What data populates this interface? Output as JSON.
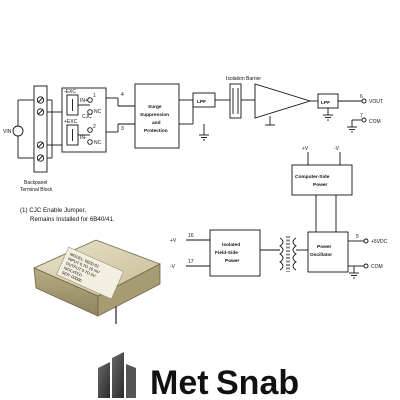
{
  "diagram": {
    "labels": {
      "vin": "VIN",
      "exc_neg": "-EXC",
      "exc_pos": "+EXC",
      "cjc": "CJC",
      "in_pos": "IN+",
      "in_neg": "IN-",
      "nc_top": "NC",
      "nc_bot": "NC",
      "pin4": "4",
      "pin3": "3",
      "pin1": "1",
      "pin2": "2",
      "backpanel": "Backpanel",
      "terminalblock": "Terminal Block",
      "isolation_barrier": "Isolation Barrier",
      "vout": "VOUT",
      "com_top": "COM",
      "pin6": "6",
      "pin7": "7",
      "vplus": "+V",
      "vminus": "-V",
      "pin5": "5",
      "pin16": "16",
      "pin17": "17",
      "vs": "+5VDC",
      "com_bottom": "COM"
    },
    "blocks": {
      "surge_l1": "Surge",
      "surge_l2": "Suppression",
      "surge_l3": "and",
      "surge_l4": "Protection",
      "lpf_left": "LPF",
      "lpf_right": "LPF",
      "computer_l1": "Computer-Side",
      "computer_l2": "Power",
      "isolated_l1": "Isolated",
      "isolated_l2": "Field-Side",
      "isolated_l3": "Power",
      "power_l1": "Power",
      "power_l2": "Oscillator"
    },
    "note": {
      "line1": "(1) CJC Enable Jumper,",
      "line2": "Remains Installed for 6B40/41."
    },
    "module": {
      "model": "MODEL: 6B30-01",
      "line2": "INPUT 0 TO 10 mV",
      "line3": "OUTPUT 0 TO 5V",
      "line4": "ISOLATED",
      "line5": "SER: 00000"
    }
  },
  "brand": {
    "name_part1": "Met",
    "name_part2": "Snab",
    "color_dark": "#3a3a3a",
    "color_accent": "#1b8fd6",
    "icon": "metsnab-logo-icon"
  }
}
